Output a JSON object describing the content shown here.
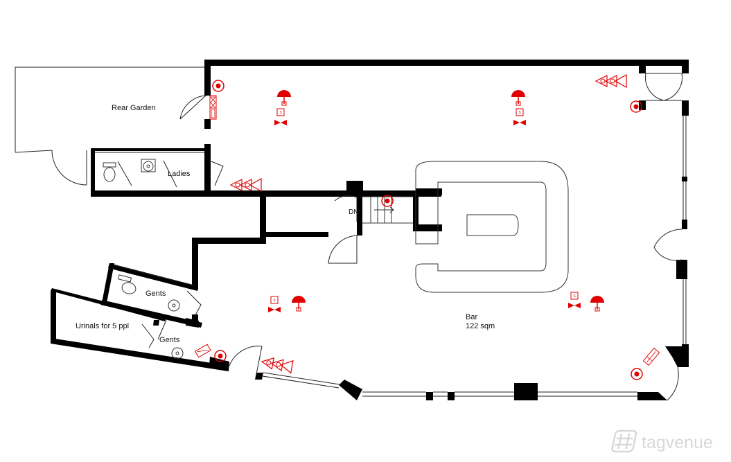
{
  "labels": {
    "rear_garden": "Rear Garden",
    "ladies": "Ladies",
    "dn": "DN",
    "gents_upper": "Gents",
    "gents_lower": "Gents",
    "urinals": "Urinals for 5 ppl",
    "bar": "Bar",
    "bar_area": "122 sqm"
  },
  "watermark": {
    "text": "tagvenue",
    "icon": "tagvenue-logo-icon"
  },
  "colors": {
    "walls": "#000000",
    "fire_equipment": "#e00000",
    "fixtures": "#333333"
  },
  "fire_icon_letter": "S",
  "icons": [
    "fire-alarm-icon",
    "fire-extinguisher-icon",
    "smoke-detector-icon",
    "emergency-light-icon",
    "fire-exit-sign-icon",
    "sprinkler-valve-icon"
  ]
}
